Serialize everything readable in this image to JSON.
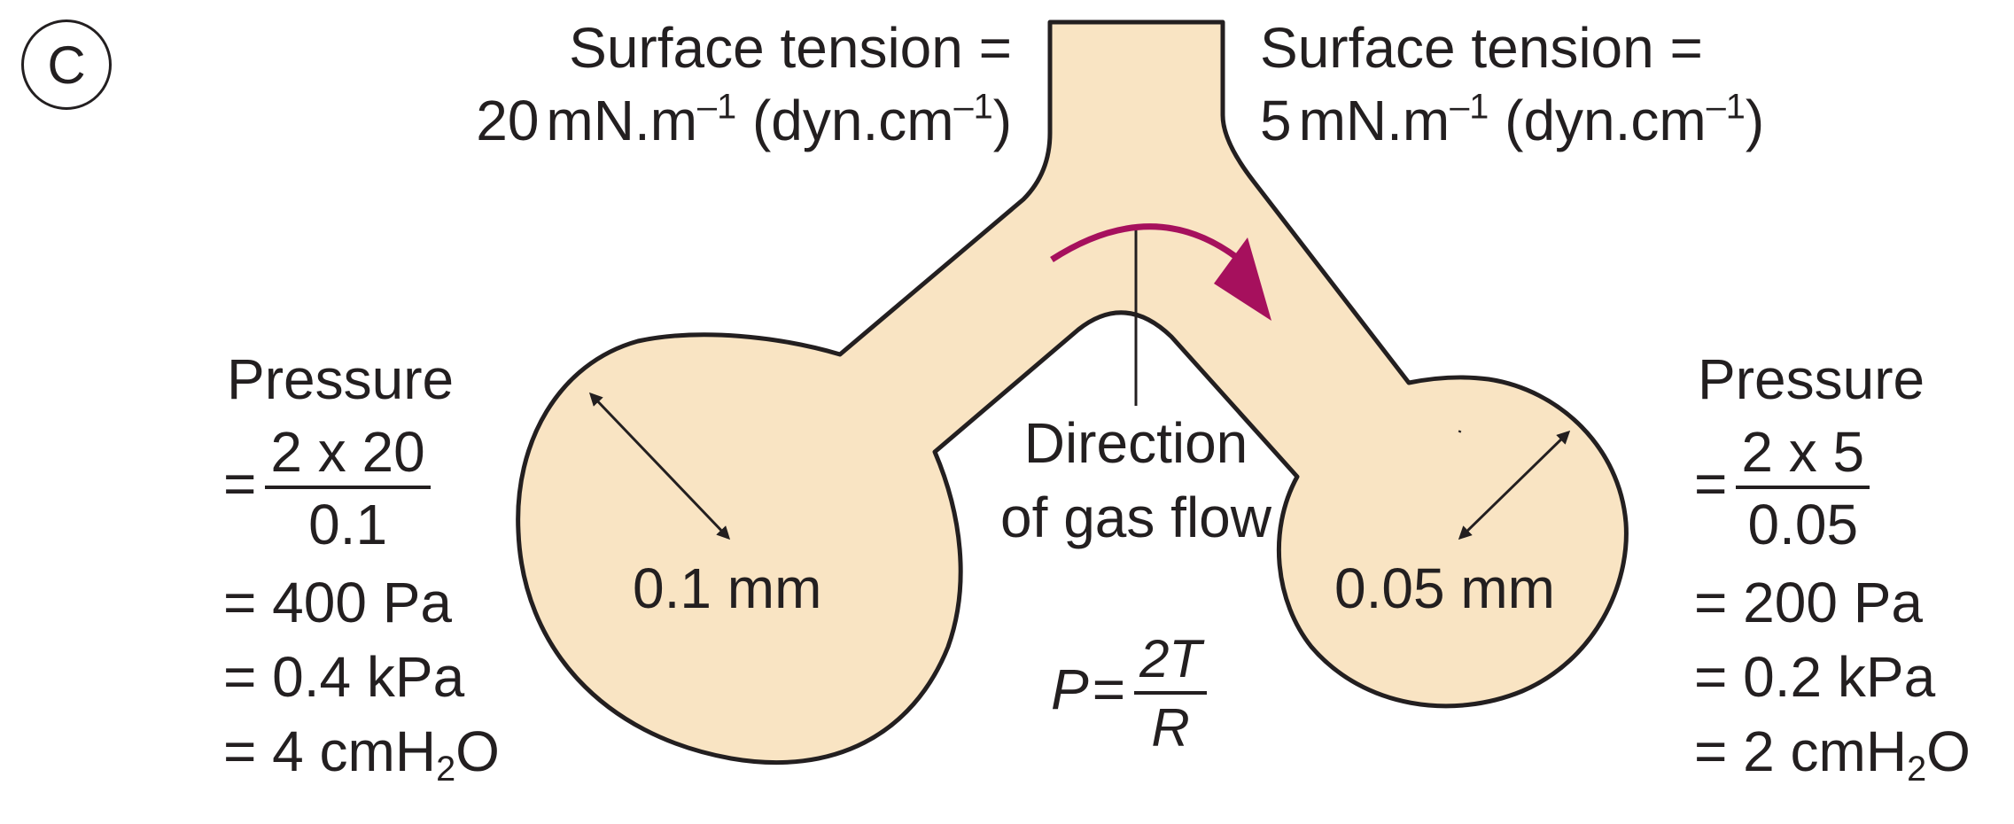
{
  "panel_label": "C",
  "top_left": {
    "line1": "Surface tension =",
    "value": "20",
    "unit_a": "mN.m",
    "sup_a": "–1",
    "unit_b": "(dyn.cm",
    "sup_b": "–1",
    "close": ")"
  },
  "top_right": {
    "line1": "Surface tension =",
    "value": "5",
    "unit_a": "mN.m",
    "sup_a": "–1",
    "unit_b": "(dyn.cm",
    "sup_b": "–1",
    "close": ")"
  },
  "left": {
    "heading": "Pressure",
    "eq": "=",
    "numerator": "2 x 20",
    "denominator": "0.1",
    "line_pa": "= 400 Pa",
    "line_kpa": "= 0.4 kPa",
    "line_cm_a": "= 4 cmH",
    "line_cm_sub": "2",
    "line_cm_b": "O"
  },
  "right": {
    "heading": "Pressure",
    "eq": "=",
    "numerator": "2 x 5",
    "denominator": "0.05",
    "line_pa": "= 200 Pa",
    "line_kpa": "= 0.2 kPa",
    "line_cm_a": "= 2 cmH",
    "line_cm_sub": "2",
    "line_cm_b": "O"
  },
  "left_radius": "0.1 mm",
  "right_radius": "0.05 mm",
  "flow_line1": "Direction",
  "flow_line2": "of gas flow",
  "formula": {
    "lhs": "P",
    "eq": "=",
    "numerator": "2T",
    "denominator": "R"
  },
  "colors": {
    "alveolus_fill": "#f9e4c3",
    "outline": "#231f20",
    "flow_arrow": "#a6105d"
  }
}
